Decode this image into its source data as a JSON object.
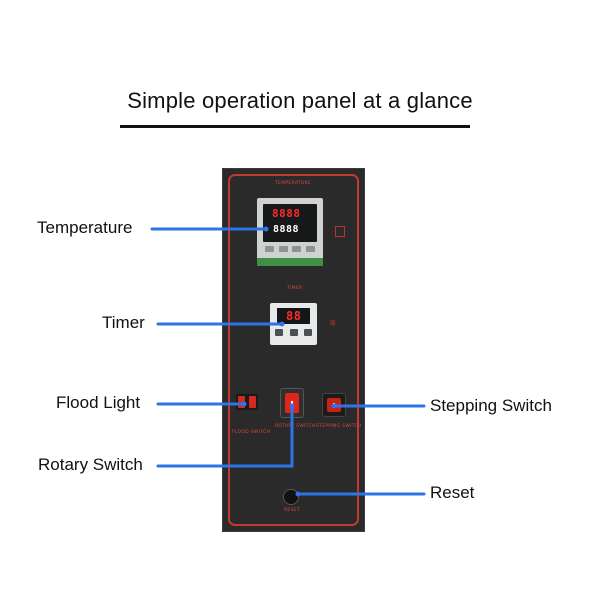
{
  "title": "Simple operation panel at a glance",
  "panel": {
    "temperature_caption": "TEMPERATURE",
    "timer_caption": "TIMER",
    "flood_switch_caption": "FLOOD SWITCH",
    "rotary_caption": "ROTARY SWITCH",
    "stepping_caption": "STEPPING SWITCH",
    "reset_caption": "RESET",
    "temp_display_top": "8888",
    "temp_display_bottom": "8888",
    "timer_display": "88"
  },
  "callouts": {
    "temperature": "Temperature",
    "timer": "Timer",
    "flood_light": "Flood Light",
    "rotary_switch": "Rotary Switch",
    "stepping_switch": "Stepping Switch",
    "reset": "Reset"
  },
  "colors": {
    "line_blue": "#2f74e6",
    "panel_bg": "#2b2a2b",
    "frame_red": "#c2392f",
    "rocker_red": "#e0251c"
  }
}
